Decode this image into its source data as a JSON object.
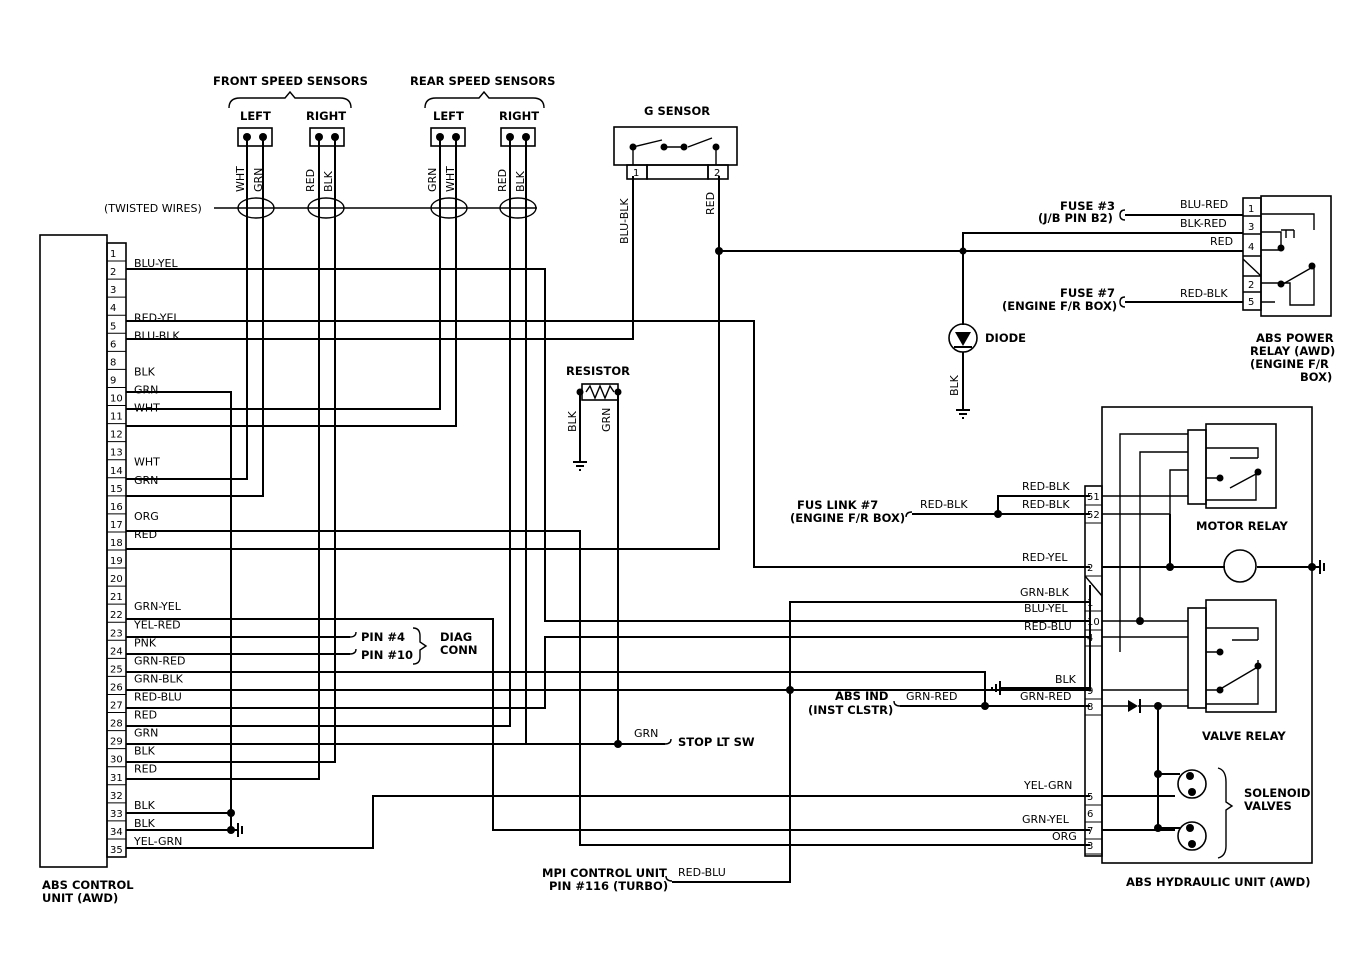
{
  "title": "",
  "abs_control_unit": {
    "name_line1": "ABS CONTROL",
    "name_line2": "UNIT (AWD)",
    "pins": [
      "1",
      "2",
      "3",
      "4",
      "5",
      "6",
      "8",
      "9",
      "10",
      "11",
      "12",
      "13",
      "14",
      "15",
      "16",
      "17",
      "18",
      "19",
      "20",
      "21",
      "22",
      "23",
      "24",
      "25",
      "26",
      "27",
      "28",
      "29",
      "30",
      "31",
      "32",
      "33",
      "34",
      "35"
    ],
    "wire_labels": [
      {
        "pin": "2",
        "text": "BLU-YEL"
      },
      {
        "pin": "5",
        "text": "RED-YEL"
      },
      {
        "pin": "6",
        "text": "BLU-BLK"
      },
      {
        "pin": "9",
        "text": "BLK"
      },
      {
        "pin": "10",
        "text": "GRN"
      },
      {
        "pin": "11",
        "text": "WHT"
      },
      {
        "pin": "14",
        "text": "WHT"
      },
      {
        "pin": "15",
        "text": "GRN"
      },
      {
        "pin": "17",
        "text": "ORG"
      },
      {
        "pin": "18",
        "text": "RED"
      },
      {
        "pin": "22",
        "text": "GRN-YEL"
      },
      {
        "pin": "23",
        "text": "YEL-RED"
      },
      {
        "pin": "24",
        "text": "PNK"
      },
      {
        "pin": "25",
        "text": "GRN-RED"
      },
      {
        "pin": "26",
        "text": "GRN-BLK"
      },
      {
        "pin": "27",
        "text": "RED-BLU"
      },
      {
        "pin": "28",
        "text": "RED"
      },
      {
        "pin": "29",
        "text": "GRN"
      },
      {
        "pin": "30",
        "text": "BLK"
      },
      {
        "pin": "31",
        "text": "RED"
      },
      {
        "pin": "33",
        "text": "BLK"
      },
      {
        "pin": "34",
        "text": "BLK"
      },
      {
        "pin": "35",
        "text": "YEL-GRN"
      }
    ]
  },
  "speed_sensors": {
    "front_label": "FRONT SPEED SENSORS",
    "rear_label": "REAR SPEED SENSORS",
    "left": "LEFT",
    "right": "RIGHT",
    "front_left_wires": [
      "WHT",
      "GRN"
    ],
    "front_right_wires": [
      "RED",
      "BLK"
    ],
    "rear_left_wires": [
      "GRN",
      "WHT"
    ],
    "rear_right_wires": [
      "RED",
      "BLK"
    ],
    "twisted_wires": "(TWISTED WIRES)"
  },
  "g_sensor": {
    "label": "G SENSOR",
    "pin1": "1",
    "pin2": "2",
    "wire1": "BLU-BLK",
    "wire2": "RED"
  },
  "resistor": {
    "label": "RESISTOR",
    "wire1": "BLK",
    "wire2": "GRN"
  },
  "diag_conn": {
    "pin4": "PIN #4",
    "pin10": "PIN #10",
    "label_line1": "DIAG",
    "label_line2": "CONN"
  },
  "stop_lt": {
    "wire": "GRN",
    "label": "STOP LT SW"
  },
  "mpi": {
    "line1": "MPI CONTROL UNIT",
    "line2": "PIN #116 (TURBO)",
    "wire": "RED-BLU"
  },
  "fuse3": {
    "line1": "FUSE #3",
    "line2": "(J/B PIN B2)"
  },
  "fuse7": {
    "line1": "FUSE #7",
    "line2": "(ENGINE F/R BOX)"
  },
  "diode": {
    "label": "DIODE",
    "wire": "BLK"
  },
  "abs_power_relay": {
    "line1": "ABS POWER",
    "line2": "RELAY (AWD)",
    "line3": "(ENGINE F/R",
    "line4": "BOX)",
    "pins": [
      "1",
      "3",
      "4",
      "2",
      "5"
    ],
    "wires": [
      "BLU-RED",
      "BLK-RED",
      "RED",
      "RED-BLK"
    ]
  },
  "fus_link": {
    "line1": "FUS LINK #7",
    "line2": "(ENGINE F/R BOX)",
    "wire": "RED-BLK"
  },
  "abs_ind": {
    "line1": "ABS IND",
    "line2": "(INST CLSTR)",
    "wire": "GRN-RED"
  },
  "hydraulic_unit": {
    "label": "ABS HYDRAULIC UNIT (AWD)",
    "motor_relay": "MOTOR RELAY",
    "valve_relay": "VALVE RELAY",
    "solenoid_line1": "SOLENOID",
    "solenoid_line2": "VALVES",
    "pins": [
      "51",
      "52",
      "2",
      "1",
      "10",
      "4",
      "9",
      "8",
      "5",
      "6",
      "7",
      "3"
    ],
    "wire_labels": [
      "RED-BLK",
      "RED-BLK",
      "RED-YEL",
      "GRN-BLK",
      "BLU-YEL",
      "RED-BLU",
      "BLK",
      "GRN-RED",
      "YEL-GRN",
      "GRN-YEL",
      "ORG"
    ]
  }
}
